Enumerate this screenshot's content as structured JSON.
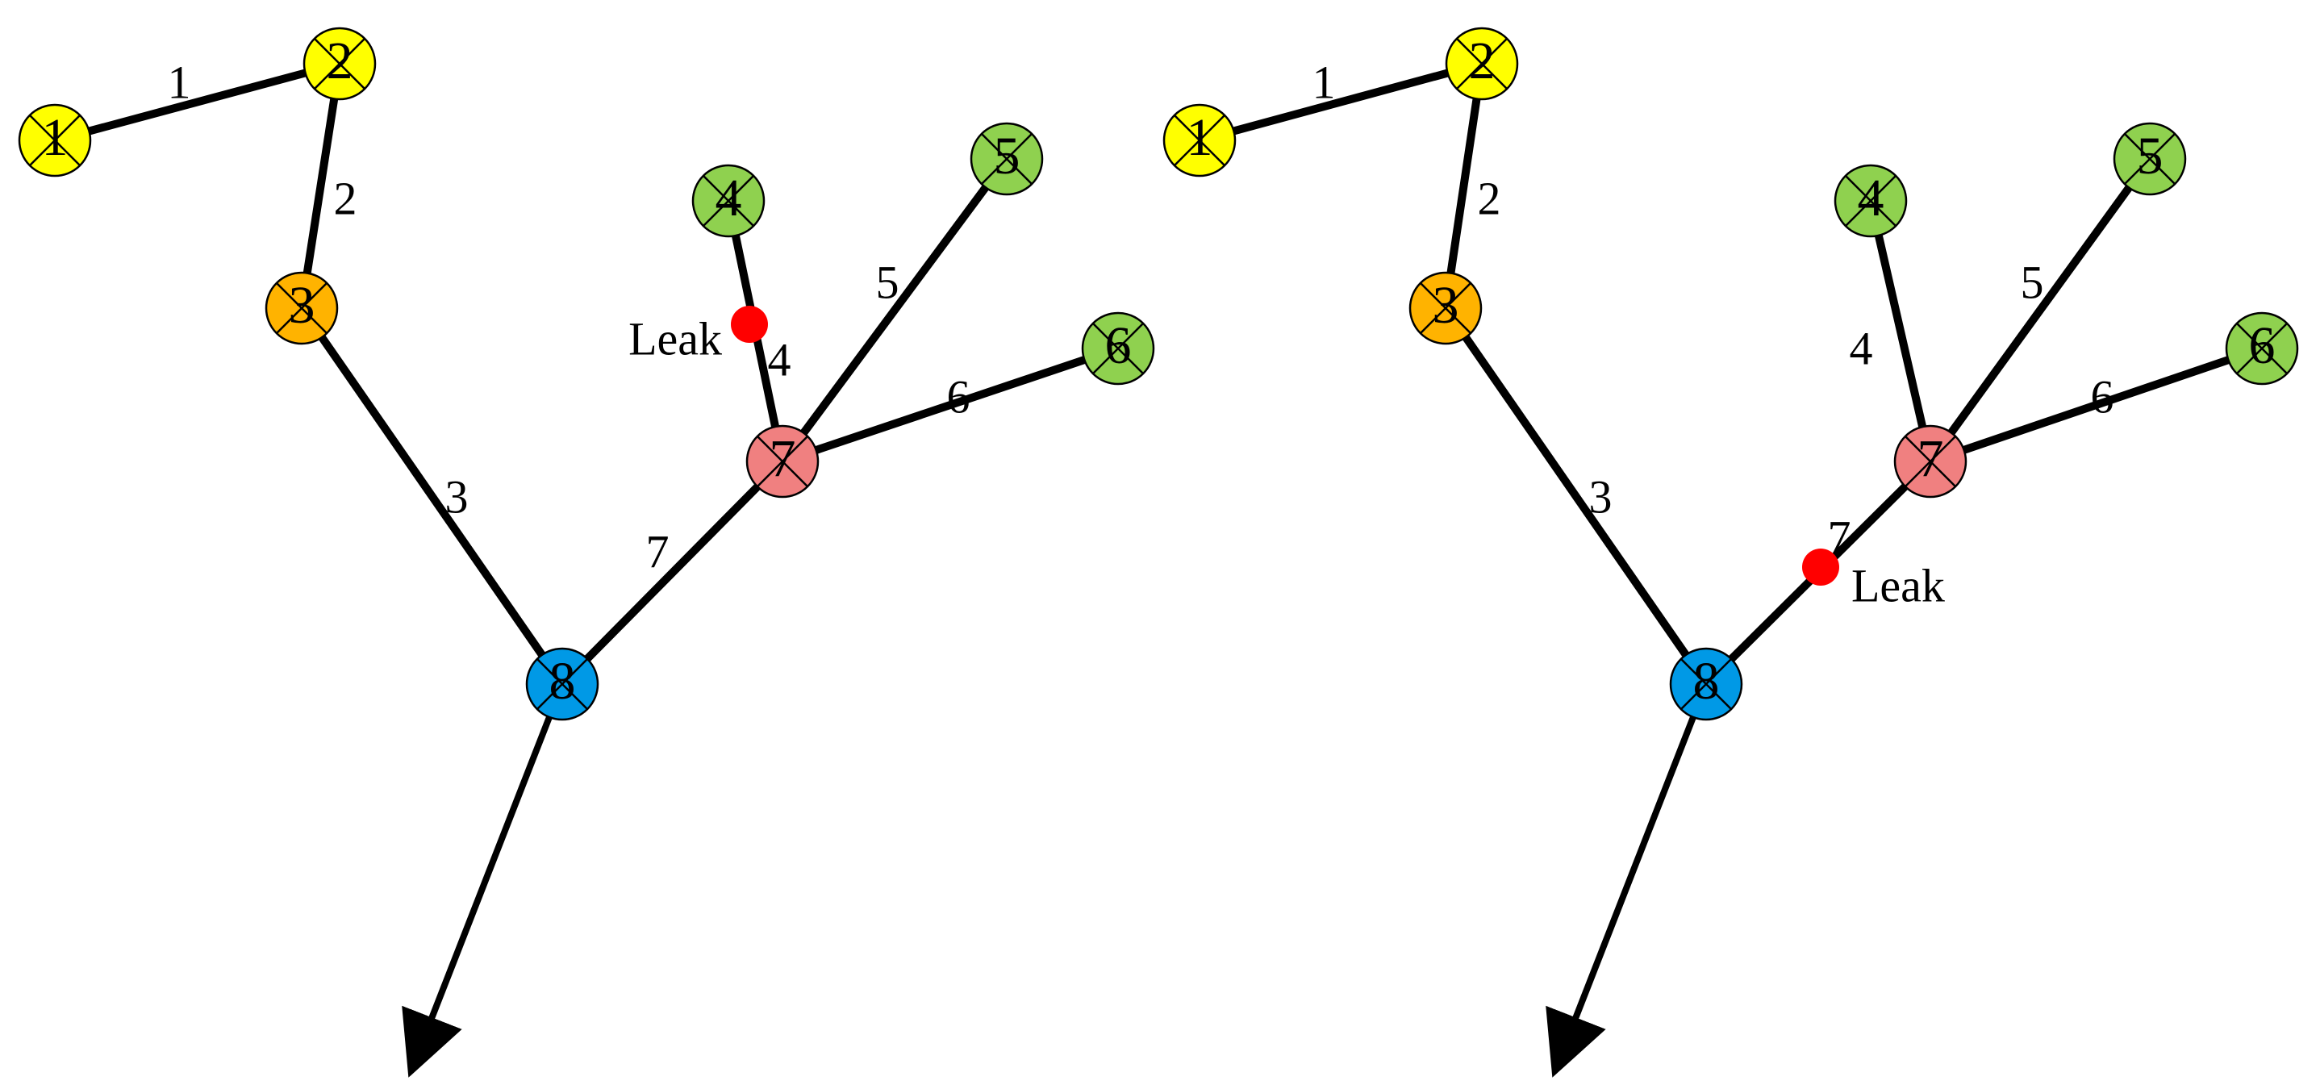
{
  "colors": {
    "yellow": "#ffff00",
    "orange": "#ffb300",
    "green": "#8fd14f",
    "pink": "#f08080",
    "blue": "#0099e6",
    "leak": "#ff0000",
    "line": "#000000"
  },
  "diagrams": [
    {
      "nodes": [
        {
          "id": "1",
          "label": "1",
          "color": "yellow"
        },
        {
          "id": "2",
          "label": "2",
          "color": "yellow"
        },
        {
          "id": "3",
          "label": "3",
          "color": "orange"
        },
        {
          "id": "4",
          "label": "4",
          "color": "green"
        },
        {
          "id": "5",
          "label": "5",
          "color": "green"
        },
        {
          "id": "6",
          "label": "6",
          "color": "green"
        },
        {
          "id": "7",
          "label": "7",
          "color": "pink"
        },
        {
          "id": "8",
          "label": "8",
          "color": "blue"
        }
      ],
      "edges": [
        {
          "id": "e1",
          "from": "1",
          "to": "2",
          "label": "1"
        },
        {
          "id": "e2",
          "from": "2",
          "to": "3",
          "label": "2"
        },
        {
          "id": "e3",
          "from": "3",
          "to": "8",
          "label": "3"
        },
        {
          "id": "e4",
          "from": "4",
          "to": "7",
          "label": "4"
        },
        {
          "id": "e5",
          "from": "5",
          "to": "7",
          "label": "5"
        },
        {
          "id": "e6",
          "from": "6",
          "to": "7",
          "label": "6"
        },
        {
          "id": "e7",
          "from": "7",
          "to": "8",
          "label": "7"
        }
      ],
      "outlet_from": "8",
      "leak": {
        "on_edge": "e4",
        "label": "Leak"
      }
    },
    {
      "nodes": [
        {
          "id": "1",
          "label": "1",
          "color": "yellow"
        },
        {
          "id": "2",
          "label": "2",
          "color": "yellow"
        },
        {
          "id": "3",
          "label": "3",
          "color": "orange"
        },
        {
          "id": "4",
          "label": "4",
          "color": "green"
        },
        {
          "id": "5",
          "label": "5",
          "color": "green"
        },
        {
          "id": "6",
          "label": "6",
          "color": "green"
        },
        {
          "id": "7",
          "label": "7",
          "color": "pink"
        },
        {
          "id": "8",
          "label": "8",
          "color": "blue"
        }
      ],
      "edges": [
        {
          "id": "e1",
          "from": "1",
          "to": "2",
          "label": "1"
        },
        {
          "id": "e2",
          "from": "2",
          "to": "3",
          "label": "2"
        },
        {
          "id": "e3",
          "from": "3",
          "to": "8",
          "label": "3"
        },
        {
          "id": "e4",
          "from": "4",
          "to": "7",
          "label": "4"
        },
        {
          "id": "e5",
          "from": "5",
          "to": "7",
          "label": "5"
        },
        {
          "id": "e6",
          "from": "6",
          "to": "7",
          "label": "6"
        },
        {
          "id": "e7",
          "from": "7",
          "to": "8",
          "label": "7"
        }
      ],
      "outlet_from": "8",
      "leak": {
        "on_edge": "e7",
        "label": "Leak"
      }
    }
  ]
}
